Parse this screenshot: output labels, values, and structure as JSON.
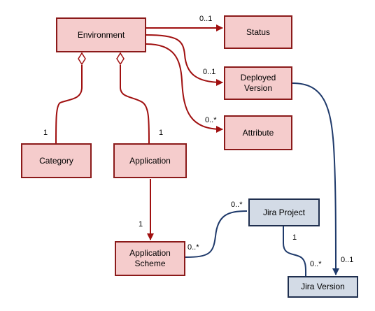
{
  "nodes": {
    "environment": "Environment",
    "status": "Status",
    "deployed_version": "Deployed\nVersion",
    "attribute": "Attribute",
    "category": "Category",
    "application": "Application",
    "application_scheme": "Application\nScheme",
    "jira_project": "Jira Project",
    "jira_version": "Jira Version"
  },
  "multiplicities": {
    "env_status": "0..1",
    "env_deployed": "0..1",
    "env_attribute": "0..*",
    "env_category": "1",
    "env_application": "1",
    "app_scheme": "1",
    "scheme_project_at_scheme": "0..*",
    "scheme_project_at_project": "0..*",
    "project_version_at_project": "1",
    "project_version_at_version": "0..*",
    "deployed_jiraversion": "0..1"
  },
  "colors": {
    "red_fill": "#f5cccc",
    "red_stroke": "#8b1a1a",
    "blue_fill": "#d3dbe6",
    "blue_stroke": "#1f2f4f"
  }
}
